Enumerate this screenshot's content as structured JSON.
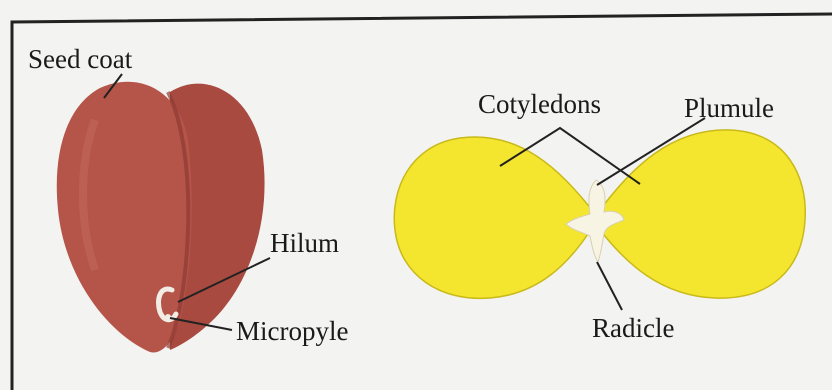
{
  "labels": {
    "seed_coat": "Seed coat",
    "hilum": "Hilum",
    "micropyle": "Micropyle",
    "cotyledons": "Cotyledons",
    "plumule": "Plumule",
    "radicle": "Radicle"
  },
  "colors": {
    "background": "#f3f3f1",
    "frame": "#222222",
    "seed_fill": "#b5554a",
    "seed_shade": "#8f3a33",
    "cotyledon_fill": "#f4e62e",
    "cotyledon_stroke": "#c9b91a",
    "embryo_axis": "#f7f4e4",
    "line": "#222222"
  }
}
